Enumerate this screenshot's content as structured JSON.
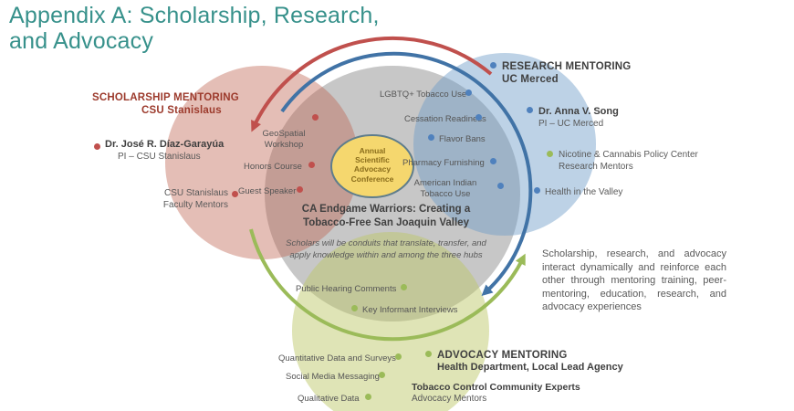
{
  "title": "Appendix A: Scholarship, Research,\nand Advocacy",
  "scholarship": {
    "heading": "SCHOLARSHIP MENTORING",
    "org": "CSU Stanislaus",
    "pi_name": "Dr. José R. Díaz-Garayúa",
    "pi_role": "PI – CSU Stanislaus",
    "mentors": "CSU Stanislaus\nFaculty Mentors",
    "topics": [
      "GeoSpatial\nWorkshop",
      "Honors Course",
      "Guest Speaker"
    ]
  },
  "research": {
    "heading": "RESEARCH MENTORING",
    "org": "UC Merced",
    "pi_name": "Dr. Anna V. Song",
    "pi_role": "PI – UC Merced",
    "mentors": "Nicotine & Cannabis Policy Center\nResearch Mentors",
    "partner": "Health in the Valley",
    "topics": [
      "LGBTQ+ Tobacco Use",
      "Cessation Readiness",
      "Flavor Bans",
      "Pharmacy Furnishing",
      "American Indian\nTobacco Use"
    ]
  },
  "advocacy": {
    "heading": "ADVOCACY MENTORING",
    "org": "Health Department, Local Lead Agency",
    "experts": "Tobacco Control Community Experts",
    "mentors": "Advocacy Mentors",
    "topics": [
      "Public Hearing Comments",
      "Key Informant Interviews",
      "Quantitative Data and Surveys",
      "Social Media Messaging",
      "Qualitative Data"
    ]
  },
  "center": {
    "conference": "Annual\nScientific\nAdvocacy\nConference",
    "heading": "CA Endgame Warriors: Creating a\nTobacco-Free San Joaquin Valley",
    "subtitle": "Scholars will be conduits that translate, transfer, and\napply knowledge within and among the three hubs"
  },
  "note": "Scholarship, research, and advocacy interact dynamically and reinforce each other through mentoring training, peer-mentoring, education, research, and advocacy experiences",
  "colors": {
    "title_teal": "#37918B",
    "scholarship_red": "#9C3A2C",
    "arrow_red": "#C0504D",
    "arrow_blue": "#4173A6",
    "arrow_green": "#9BBB59",
    "hub_gray": "#C7C7C7",
    "conference_yellow": "#F5D76E"
  }
}
